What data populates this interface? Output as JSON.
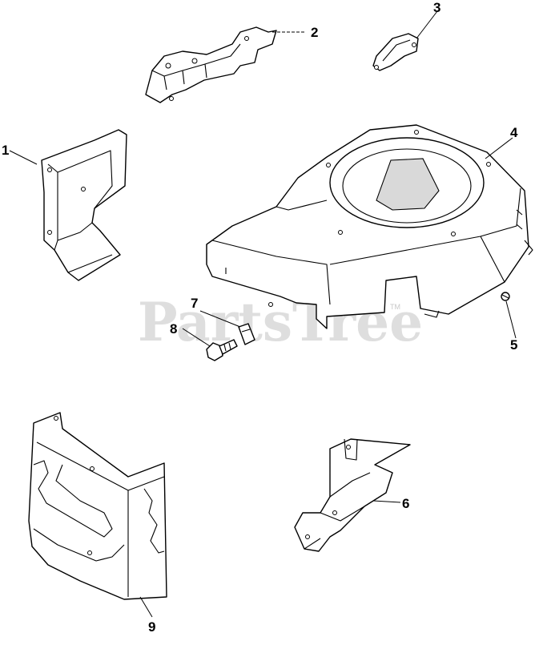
{
  "diagram": {
    "watermark": {
      "text": "PartsTree",
      "trademark": "TM"
    },
    "callouts": [
      {
        "id": "1",
        "label": "1"
      },
      {
        "id": "2",
        "label": "2"
      },
      {
        "id": "3",
        "label": "3"
      },
      {
        "id": "4",
        "label": "4"
      },
      {
        "id": "5",
        "label": "5"
      },
      {
        "id": "6",
        "label": "6"
      },
      {
        "id": "7",
        "label": "7"
      },
      {
        "id": "8",
        "label": "8"
      },
      {
        "id": "9",
        "label": "9"
      }
    ],
    "colors": {
      "line": "#000000",
      "background": "#ffffff",
      "watermark": "#d3d3d3"
    }
  }
}
